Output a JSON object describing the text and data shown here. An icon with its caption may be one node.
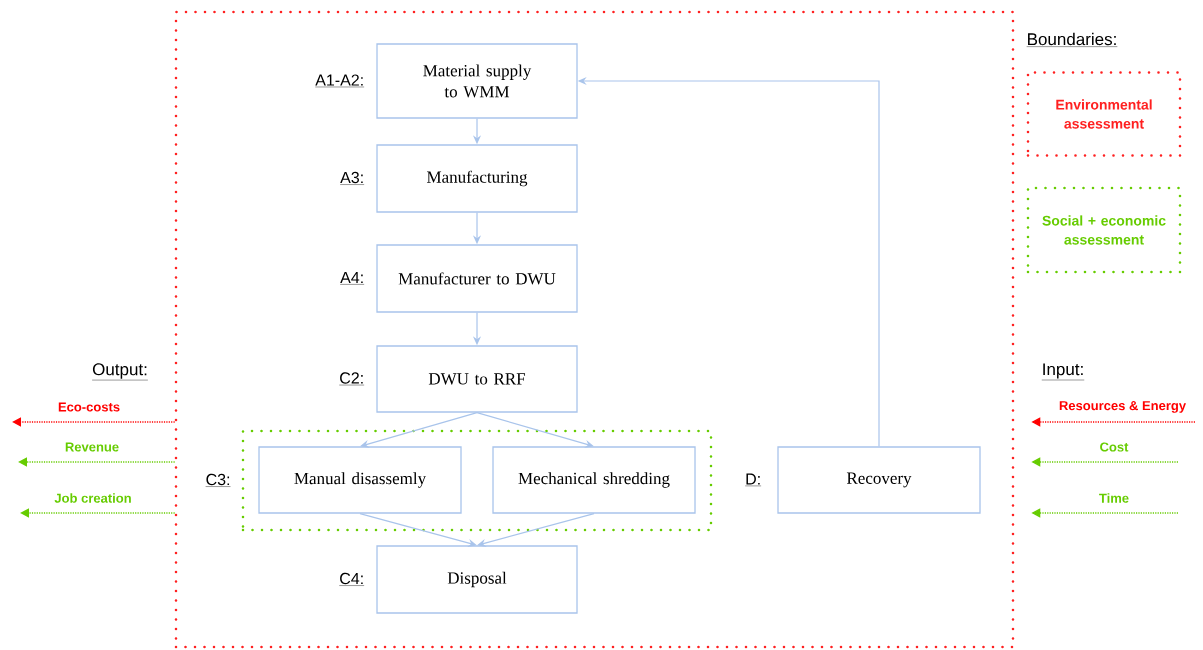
{
  "diagram": {
    "nodes": [
      {
        "text": [],
        "shape": "box"
      },
      {
        "text": [
          "Material supply to WMM"
        ],
        "beside": [
          "A1-A2:"
        ],
        "in": 0
      },
      {
        "text": [
          "Manufacturing"
        ],
        "beside": [
          "A3:"
        ],
        "in": 0
      },
      {
        "text": [
          "Manufacturer to DWU"
        ],
        "beside": [
          "A4:"
        ],
        "in": 0
      },
      {
        "text": [
          "DWU to RRF"
        ],
        "beside": [
          "C2:"
        ],
        "in": 0
      },
      {
        "text": [],
        "shape": "box",
        "beside": [
          "C3:"
        ],
        "in": 0
      },
      {
        "text": [
          "Manual disassemly"
        ],
        "in": 5
      },
      {
        "text": [
          "Mechanical shredding"
        ],
        "in": 5
      },
      {
        "text": [
          "Disposal"
        ],
        "beside": [
          "C4:"
        ],
        "in": 0
      },
      {
        "text": [
          "Recovery"
        ],
        "beside": [
          "D:"
        ],
        "in": 0
      },
      {
        "text": [
          "Environmental assessment"
        ]
      },
      {
        "text": [
          "Social + economic assessment"
        ]
      }
    ],
    "edges": [
      {
        "from": 1,
        "to": 2,
        "arrow": "to"
      },
      {
        "from": 2,
        "to": 3,
        "arrow": "to"
      },
      {
        "from": 3,
        "to": 4,
        "arrow": "to"
      },
      {
        "from": 4,
        "to": 6,
        "arrow": "to"
      },
      {
        "from": 4,
        "to": 7,
        "arrow": "to"
      },
      {
        "from": 6,
        "to": 8,
        "arrow": "to"
      },
      {
        "from": 7,
        "to": 8,
        "arrow": "to"
      },
      {
        "from": 9,
        "to": 1,
        "arrow": "to"
      },
      {
        "from": 0,
        "to": null,
        "arrow": "to",
        "label": "Eco-costs",
        "style": "dashed",
        "color": "#ff0000"
      },
      {
        "from": 0,
        "to": null,
        "arrow": "to",
        "label": "Revenue",
        "style": "dashed",
        "color": "#66cc00"
      },
      {
        "from": 0,
        "to": null,
        "arrow": "to",
        "label": "Job creation",
        "style": "dashed",
        "color": "#66cc00"
      },
      {
        "from": null,
        "to": 0,
        "arrow": "to",
        "label": "Resources & Energy",
        "style": "dashed",
        "color": "#ff0000"
      },
      {
        "from": null,
        "to": 0,
        "arrow": "to",
        "label": "Cost",
        "style": "dashed",
        "color": "#66cc00"
      },
      {
        "from": null,
        "to": 0,
        "arrow": "to",
        "label": "Time",
        "style": "dashed",
        "color": "#66cc00"
      }
    ],
    "labels": [
      "Boundaries:",
      "Output:",
      "Input:"
    ]
  }
}
